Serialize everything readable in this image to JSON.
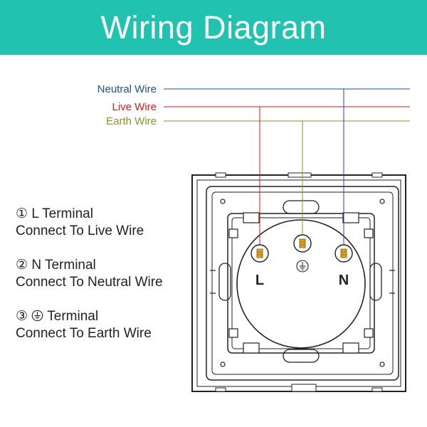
{
  "banner": {
    "title": "Wiring Diagram",
    "background": "#22c2b1"
  },
  "wires": [
    {
      "key": "neutral",
      "label": "Neutral Wire",
      "color": "#1f4e8c"
    },
    {
      "key": "live",
      "label": "Live Wire",
      "color": "#d11a1a"
    },
    {
      "key": "earth",
      "label": "Earth Wire",
      "color": "#8a8f2f"
    }
  ],
  "instructions": [
    {
      "num": "①",
      "title": "L Terminal",
      "text": "Connect To Live Wire"
    },
    {
      "num": "②",
      "title": "N Terminal",
      "text": "Connect To Neutral Wire"
    },
    {
      "num": "③",
      "title": "Terminal",
      "icon": "earth-ground-icon",
      "text": "Connect To Earth Wire"
    }
  ],
  "socket": {
    "left_terminal": "L",
    "right_terminal": "N",
    "center_symbol": "earth-ground-icon"
  }
}
